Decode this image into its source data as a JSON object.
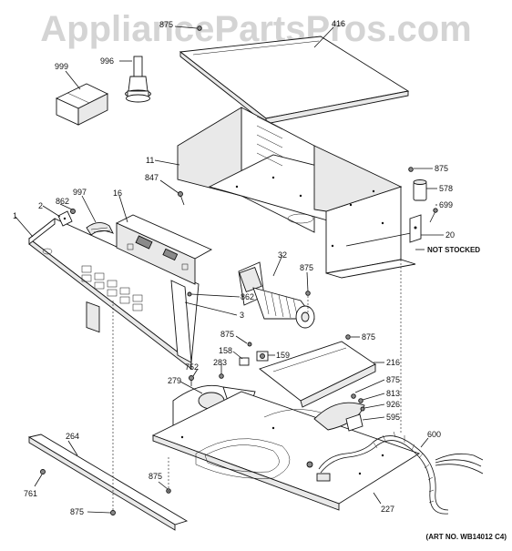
{
  "watermark": "AppliancePartsPros.com",
  "art_number": "(ART NO. WB14012 C4)",
  "note": "NOT STOCKED",
  "part_labels": [
    "875",
    "416",
    "999",
    "996",
    "11",
    "847",
    "875",
    "578",
    "699",
    "20",
    "2",
    "862",
    "997",
    "16",
    "1",
    "32",
    "875",
    "862",
    "3",
    "875",
    "158",
    "159",
    "875",
    "752",
    "283",
    "216",
    "279",
    "875",
    "813",
    "926",
    "595",
    "600",
    "264",
    "875",
    "761",
    "875",
    "227"
  ]
}
